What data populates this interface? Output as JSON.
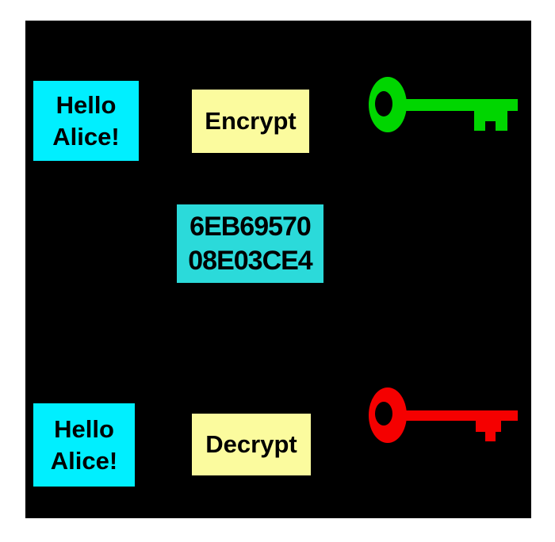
{
  "page": {
    "background_color": "#ffffff",
    "canvas_color": "#000000",
    "text_color": "#000000"
  },
  "boxes": {
    "plaintext_top": {
      "line1": "Hello",
      "line2": "Alice!",
      "color": "#00efff"
    },
    "encrypt": {
      "label": "Encrypt",
      "color": "#fbfb9e"
    },
    "ciphertext": {
      "line1": "6EB69570",
      "line2": "08E03CE4",
      "color": "#2bdada"
    },
    "decrypt": {
      "label": "Decrypt",
      "color": "#fbfb9e"
    },
    "plaintext_bottom": {
      "line1": "Hello",
      "line2": "Alice!",
      "color": "#00efff"
    }
  },
  "icons": {
    "encryption_key": {
      "name": "green-key-icon",
      "color": "#00d600"
    },
    "decryption_key": {
      "name": "red-key-icon",
      "color": "#f50000"
    },
    "keyhole_color": "#000000"
  }
}
